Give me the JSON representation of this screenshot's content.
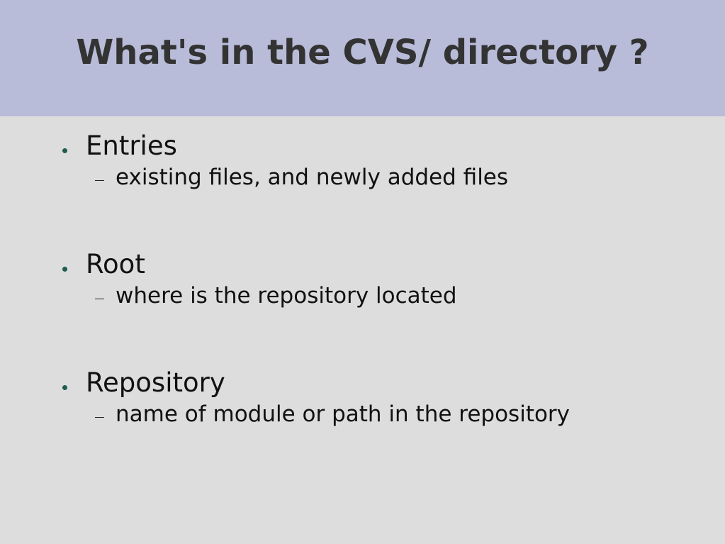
{
  "slide": {
    "title": "What's in the CVS/ directory ?",
    "items": [
      {
        "heading": "Entries",
        "sub": "existing files, and newly added files"
      },
      {
        "heading": "Root",
        "sub": "where is the repository located"
      },
      {
        "heading": "Repository",
        "sub": "name of module or path in the repository"
      }
    ]
  },
  "colors": {
    "title_band": "#b8bcd9",
    "background": "#dddddd",
    "title_text": "#333333",
    "bullet": "#1e5c4f"
  }
}
